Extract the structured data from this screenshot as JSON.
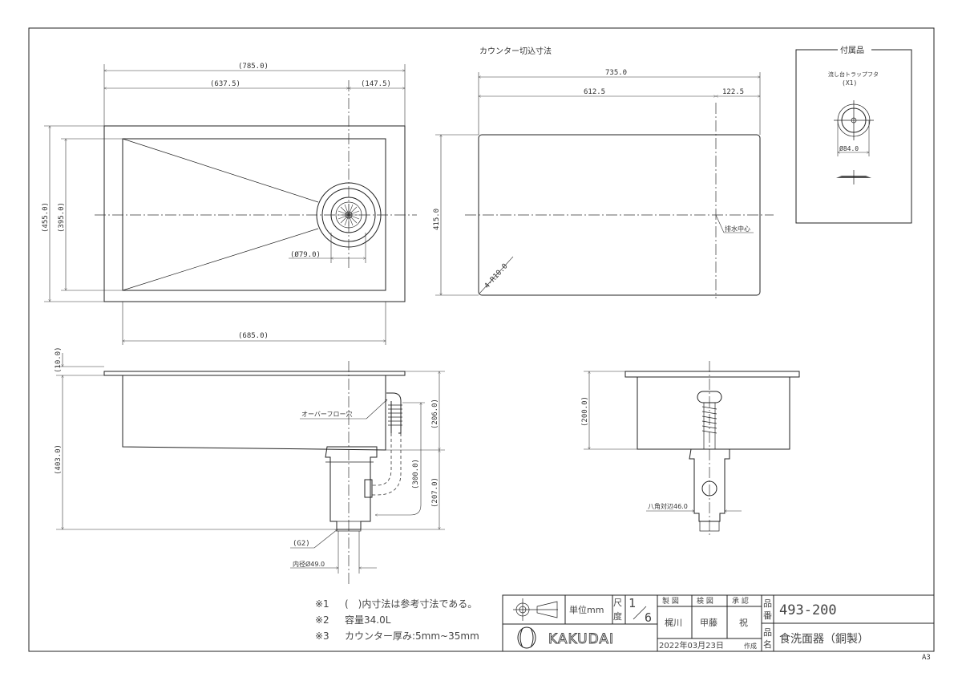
{
  "sheet_size": "A3",
  "plan_view": {
    "overall_width": "(785.0)",
    "to_drain": "(637.5)",
    "drain_to_edge": "(147.5)",
    "overall_depth": "(455.0)",
    "inner_depth": "(395.0)",
    "drain_diameter": "(Ø79.0)",
    "inner_width": "(685.0)"
  },
  "cutout_view": {
    "title": "カウンター切込寸法",
    "width": "735.0",
    "to_drain": "612.5",
    "drain_to_edge": "122.5",
    "depth": "415.0",
    "corner_radius": "4-R10.0",
    "drain_center": "排水中心"
  },
  "front_section": {
    "rim_thickness": "(10.0)",
    "overall_height": "(403.0)",
    "bowl_depth": "(206.0)",
    "below_bowl": "(207.0)",
    "trap_height": "(300.0)",
    "overflow_hole": "オーバーフロー穴",
    "thread": "(G2)",
    "inner_diameter": "内径Ø49.0"
  },
  "side_section": {
    "bowl_depth": "(200.0)",
    "hex_width": "八角対辺46.0"
  },
  "accessories": {
    "title": "付属品",
    "item_name": "流し台トラップフタ",
    "quantity": "(X1)",
    "diameter": "Ø84.0"
  },
  "notes": [
    {
      "mark": "※1",
      "text": "(　)内寸法は参考寸法である。"
    },
    {
      "mark": "※2",
      "text": "容量34.0L"
    },
    {
      "mark": "※3",
      "text": "カウンター厚み:5mm~35mm"
    }
  ],
  "title_block": {
    "unit": "単位mm",
    "scale_label_1": "尺",
    "scale_label_2": "度",
    "scale_num": "1",
    "scale_den": "6",
    "drawn_label": "製 図",
    "checked_label": "検 図",
    "approved_label": "承 認",
    "drawn_by": "梶川",
    "checked_by": "甲藤",
    "approved_by": "祝",
    "date": "2022年03月23日",
    "created_label": "作成",
    "part_no_label_1": "品",
    "part_no_label_2": "番",
    "part_no": "493-200",
    "name_label_1": "品",
    "name_label_2": "名",
    "product_name": "食洗面器（銅製）",
    "company": "KAKUDAI"
  }
}
